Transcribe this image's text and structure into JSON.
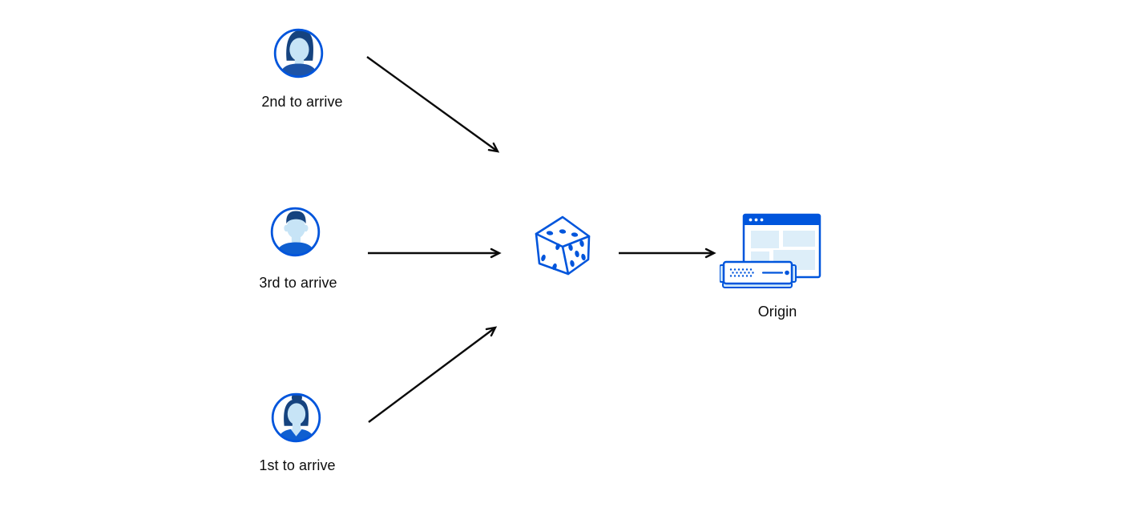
{
  "diagram": {
    "visitors": [
      {
        "id": "visitor-top",
        "label": "2nd to arrive",
        "icon": "male-avatar-pompadour-icon"
      },
      {
        "id": "visitor-middle",
        "label": "3rd to arrive",
        "icon": "male-avatar-short-hair-icon"
      },
      {
        "id": "visitor-bottom",
        "label": "1st to arrive",
        "icon": "female-avatar-bun-icon"
      }
    ],
    "selector": {
      "id": "dice",
      "icon": "dice-icon"
    },
    "origin": {
      "id": "origin",
      "label": "Origin",
      "icon": "origin-server-browser-icon"
    },
    "edges": [
      {
        "from": "visitor-top",
        "to": "dice"
      },
      {
        "from": "visitor-middle",
        "to": "dice"
      },
      {
        "from": "visitor-bottom",
        "to": "dice"
      },
      {
        "from": "dice",
        "to": "origin"
      }
    ],
    "colors": {
      "accent_blue": "#0055dc",
      "hair_navy": "#16437f",
      "skin_light_blue": "#c7e4f6",
      "panel_light_blue": "#ddeef9",
      "server_base_blue": "#cfe8fa",
      "shirt_dark_blue": "#1d53a6",
      "shirt_blue": "#0f5fd0",
      "arrow_black": "#0a0a0a",
      "text_black": "#0d0d0d",
      "background": "#ffffff"
    }
  }
}
